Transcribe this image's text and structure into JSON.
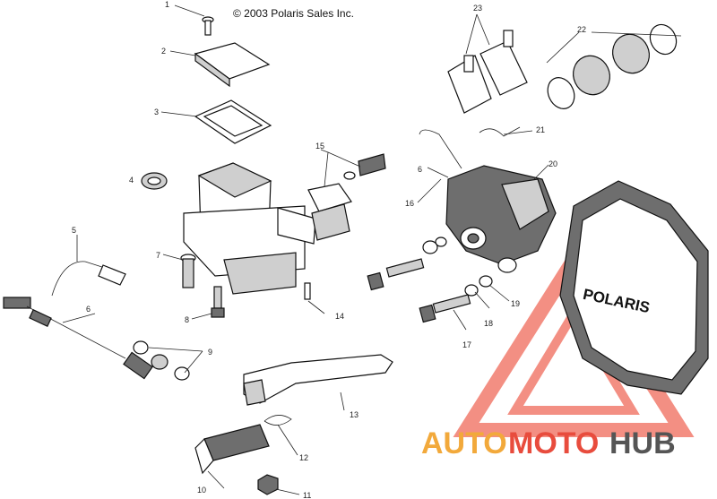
{
  "copyright": "© 2003 Polaris Sales Inc.",
  "callouts": [
    "1",
    "2",
    "3",
    "4",
    "5",
    "6",
    "7",
    "8",
    "9",
    "10",
    "11",
    "12",
    "13",
    "14",
    "15",
    "16",
    "17",
    "18",
    "19",
    "20",
    "21",
    "22",
    "23",
    "6"
  ],
  "cover_brand": "POLARIS",
  "watermark": {
    "part1": "AUTO",
    "part2": "MOTO",
    "part3": "HUB",
    "color1": "#f2a93b",
    "color2": "#e84c3d",
    "color3": "#555555"
  }
}
